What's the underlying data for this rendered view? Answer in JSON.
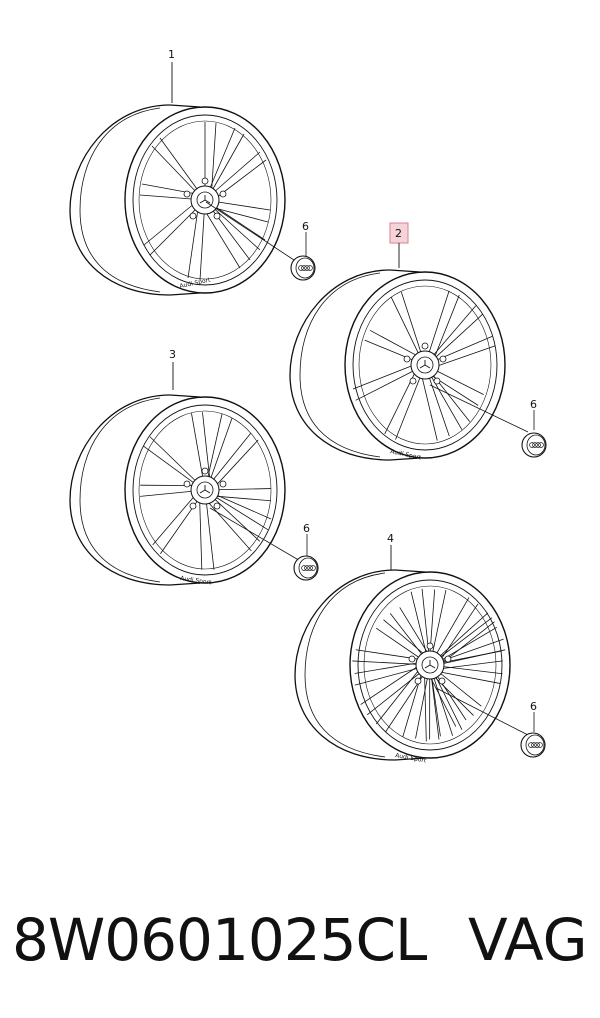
{
  "diagram": {
    "callouts": [
      {
        "id": "1",
        "label": "1",
        "highlight": false
      },
      {
        "id": "2",
        "label": "2",
        "highlight": true
      },
      {
        "id": "3",
        "label": "3",
        "highlight": false
      },
      {
        "id": "4",
        "label": "4",
        "highlight": false
      },
      {
        "id": "6a",
        "label": "6",
        "highlight": false
      },
      {
        "id": "6b",
        "label": "6",
        "highlight": false
      },
      {
        "id": "6c",
        "label": "6",
        "highlight": false
      },
      {
        "id": "6d",
        "label": "6",
        "highlight": false
      }
    ],
    "rim_text": [
      "Audi Sport",
      "Audi Sport",
      "Audi Sport",
      "Audi Sport"
    ],
    "highlight_color": "#f6d3d8"
  },
  "caption": {
    "part_number": "8W0601025CL",
    "brand": "VAG"
  }
}
